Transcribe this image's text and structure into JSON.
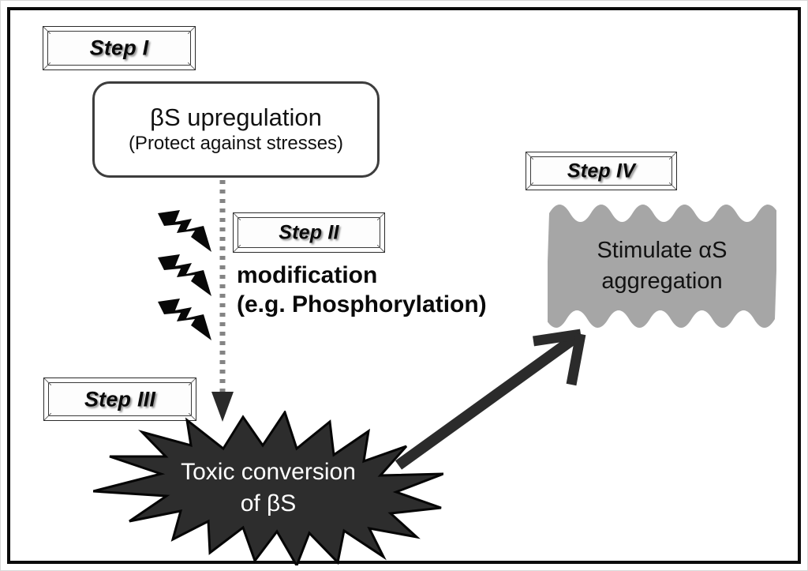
{
  "diagram": {
    "title": "Four-step pathway: beta-synuclein upregulation to alpha-synuclein aggregation",
    "colors": {
      "frame": "#0b0b0b",
      "starburst_fill": "#2d2d2d",
      "starburst_text": "#ffffff",
      "wavy_box_fill": "#a6a6a6",
      "wavy_box_text": "#121212",
      "dotted_arrow": "#808080",
      "solid_arrow": "#2b2b2b",
      "lightning": "#0a0a0a",
      "rounded_box_border": "#3d3d3d",
      "plaque_border": "#2a2a2a"
    }
  },
  "steps": {
    "step1": {
      "label": "Step I",
      "box": {
        "line_main": "βS  upregulation",
        "line_sub": "(Protect against stresses)"
      }
    },
    "step2": {
      "label": "Step II",
      "text_line1": "modification",
      "text_line2": "(e.g. Phosphorylation)"
    },
    "step3": {
      "label": "Step III",
      "burst_line1": "Toxic conversion",
      "burst_line2": "of  βS"
    },
    "step4": {
      "label": "Step IV",
      "box_line1": "Stimulate αS",
      "box_line2": "aggregation"
    }
  },
  "connectors": {
    "dotted_arrow": "dotted-down-arrow",
    "diagonal_arrow": "solid-up-right-arrow",
    "lightning_bolts": [
      "lightning-bolt-1",
      "lightning-bolt-2",
      "lightning-bolt-3"
    ]
  }
}
